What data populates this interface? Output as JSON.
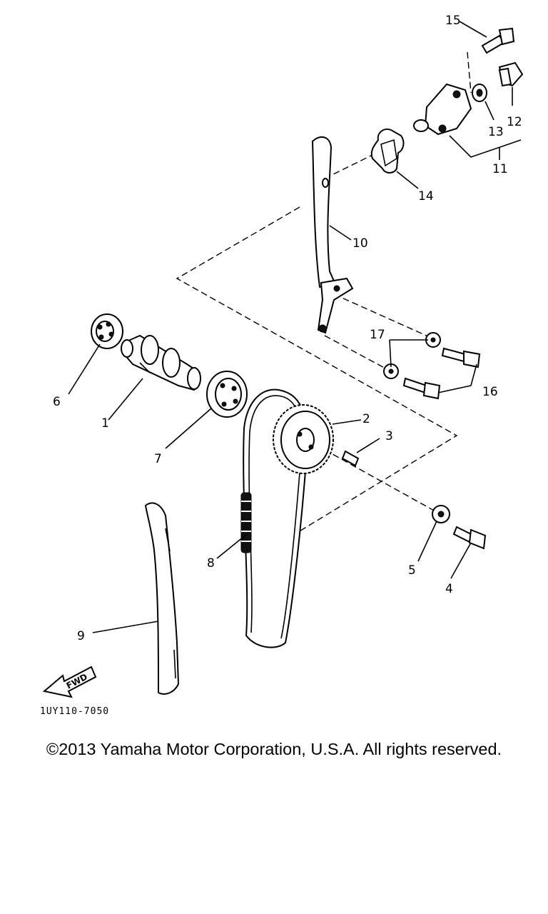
{
  "parts": [
    {
      "ref": "1"
    },
    {
      "ref": "2"
    },
    {
      "ref": "3"
    },
    {
      "ref": "4"
    },
    {
      "ref": "5"
    },
    {
      "ref": "6"
    },
    {
      "ref": "7"
    },
    {
      "ref": "8"
    },
    {
      "ref": "9"
    },
    {
      "ref": "10"
    },
    {
      "ref": "11"
    },
    {
      "ref": "12"
    },
    {
      "ref": "13"
    },
    {
      "ref": "14"
    },
    {
      "ref": "15"
    },
    {
      "ref": "16"
    },
    {
      "ref": "17"
    }
  ],
  "diagram_code": "1UY110-7050",
  "fwd_label": "FWD",
  "copyright": "©2013 Yamaha Motor Corporation, U.S.A. All rights reserved."
}
